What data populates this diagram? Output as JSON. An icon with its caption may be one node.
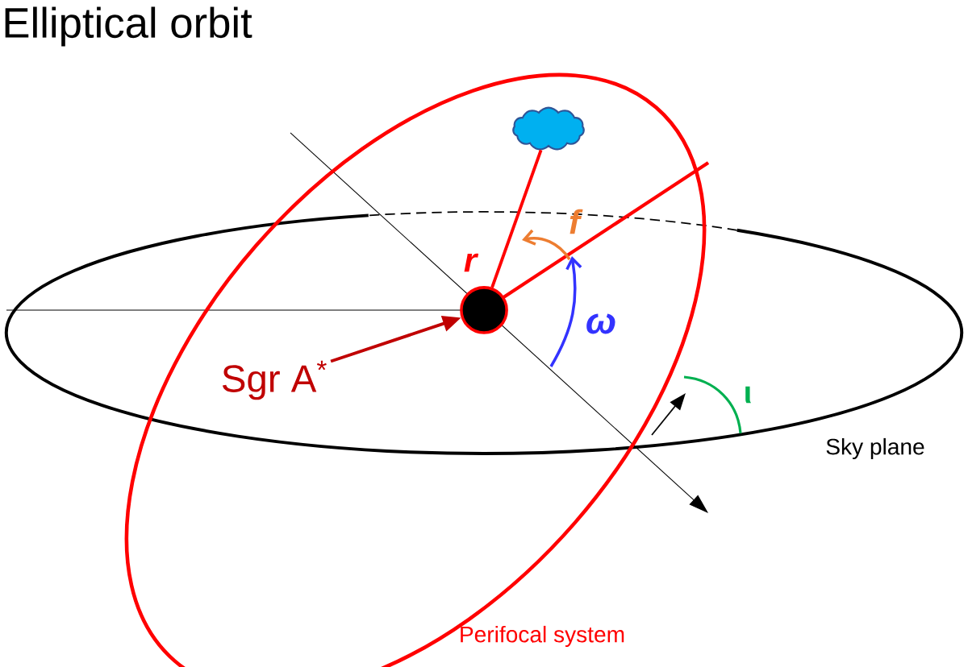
{
  "diagram": {
    "title": "Elliptical orbit",
    "nodes": [
      {
        "text": [
          "Sgr A$^{*}$"
        ]
      },
      {
        "text": [],
        "shape": "circle"
      },
      {
        "text": [],
        "shape": "cloud"
      }
    ],
    "edges": [
      {
        "from": 0,
        "to": 1,
        "arrow": "to",
        "color": "#c00000"
      },
      {
        "from": 1,
        "to": 2,
        "arrow": "none",
        "label": "r",
        "color": "#ff0000"
      }
    ],
    "labels": [
      "f",
      "ω",
      "ι",
      "Sky plane",
      "Perifocal system"
    ]
  }
}
